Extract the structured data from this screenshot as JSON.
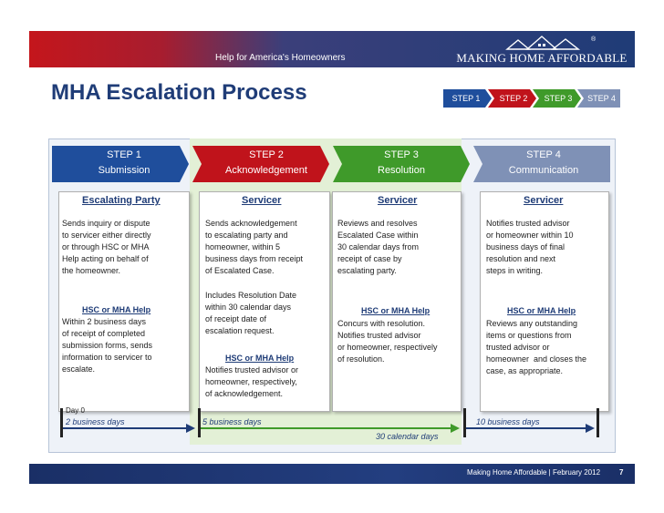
{
  "header": {
    "tagline": "Help for America's Homeowners",
    "logo_text": "MAKING HOME AFFORDABLE",
    "logo_mark": "®"
  },
  "title": "MHA Escalation Process",
  "nav_steps": [
    "STEP 1",
    "STEP 2",
    "STEP 3",
    "STEP 4"
  ],
  "steps": [
    {
      "label": "STEP 1",
      "name": "Submission",
      "color": "#1f4e9c"
    },
    {
      "label": "STEP 2",
      "name": "Acknowledgement",
      "color": "#c0131b"
    },
    {
      "label": "STEP 3",
      "name": "Resolution",
      "color": "#3f9a2a"
    },
    {
      "label": "STEP 4",
      "name": "Communication",
      "color": "#7f91b6"
    }
  ],
  "columns": [
    {
      "heading": "Escalating Party",
      "text": "Sends inquiry or dispute\nto servicer either directly\nor through HSC or MHA\nHelp acting on behalf of\nthe homeowner.",
      "sub_heading": "HSC or MHA Help",
      "sub_text": "Within 2 business days\nof receipt of completed\nsubmission forms, sends\ninformation to servicer to\nescalate."
    },
    {
      "heading": "Servicer",
      "text": "Sends acknowledgement\nto escalating party and\nhomeowner, within 5\nbusiness days from receipt\nof Escalated Case.",
      "text2": "Includes Resolution Date\nwithin 30 calendar days\nof receipt date of\nescalation request.",
      "sub_heading": "HSC or MHA Help",
      "sub_text": "Notifies trusted advisor or\nhomeowner, respectively,\nof acknowledgement."
    },
    {
      "heading": "Servicer",
      "text": "Reviews and resolves\nEscalated Case within\n30 calendar days from\nreceipt of case by\nescalating party.",
      "sub_heading": "HSC or MHA Help",
      "sub_text": "Concurs with resolution.\nNotifies trusted advisor\nor homeowner, respectively\nof resolution."
    },
    {
      "heading": "Servicer",
      "text": "Notifies trusted advisor\nor homeowner within 10\nbusiness days of final\nresolution and next\nsteps in writing.",
      "sub_heading": "HSC or MHA Help",
      "sub_text": "Reviews any outstanding\nitems or questions from\ntrusted advisor or\nhomeowner  and closes the\ncase, as appropriate."
    }
  ],
  "timeline": {
    "day0": "Day 0",
    "t1": "2 business days",
    "t2": "5 business days",
    "t3": "30 calendar days",
    "t4": "10 business days"
  },
  "footer": {
    "text": "Making Home Affordable | February 2012",
    "page": "7"
  },
  "colors": {
    "navy": "#1f3c77",
    "blue": "#1f4e9c",
    "red": "#c0131b",
    "green": "#3f9a2a",
    "slate": "#7f91b6"
  }
}
